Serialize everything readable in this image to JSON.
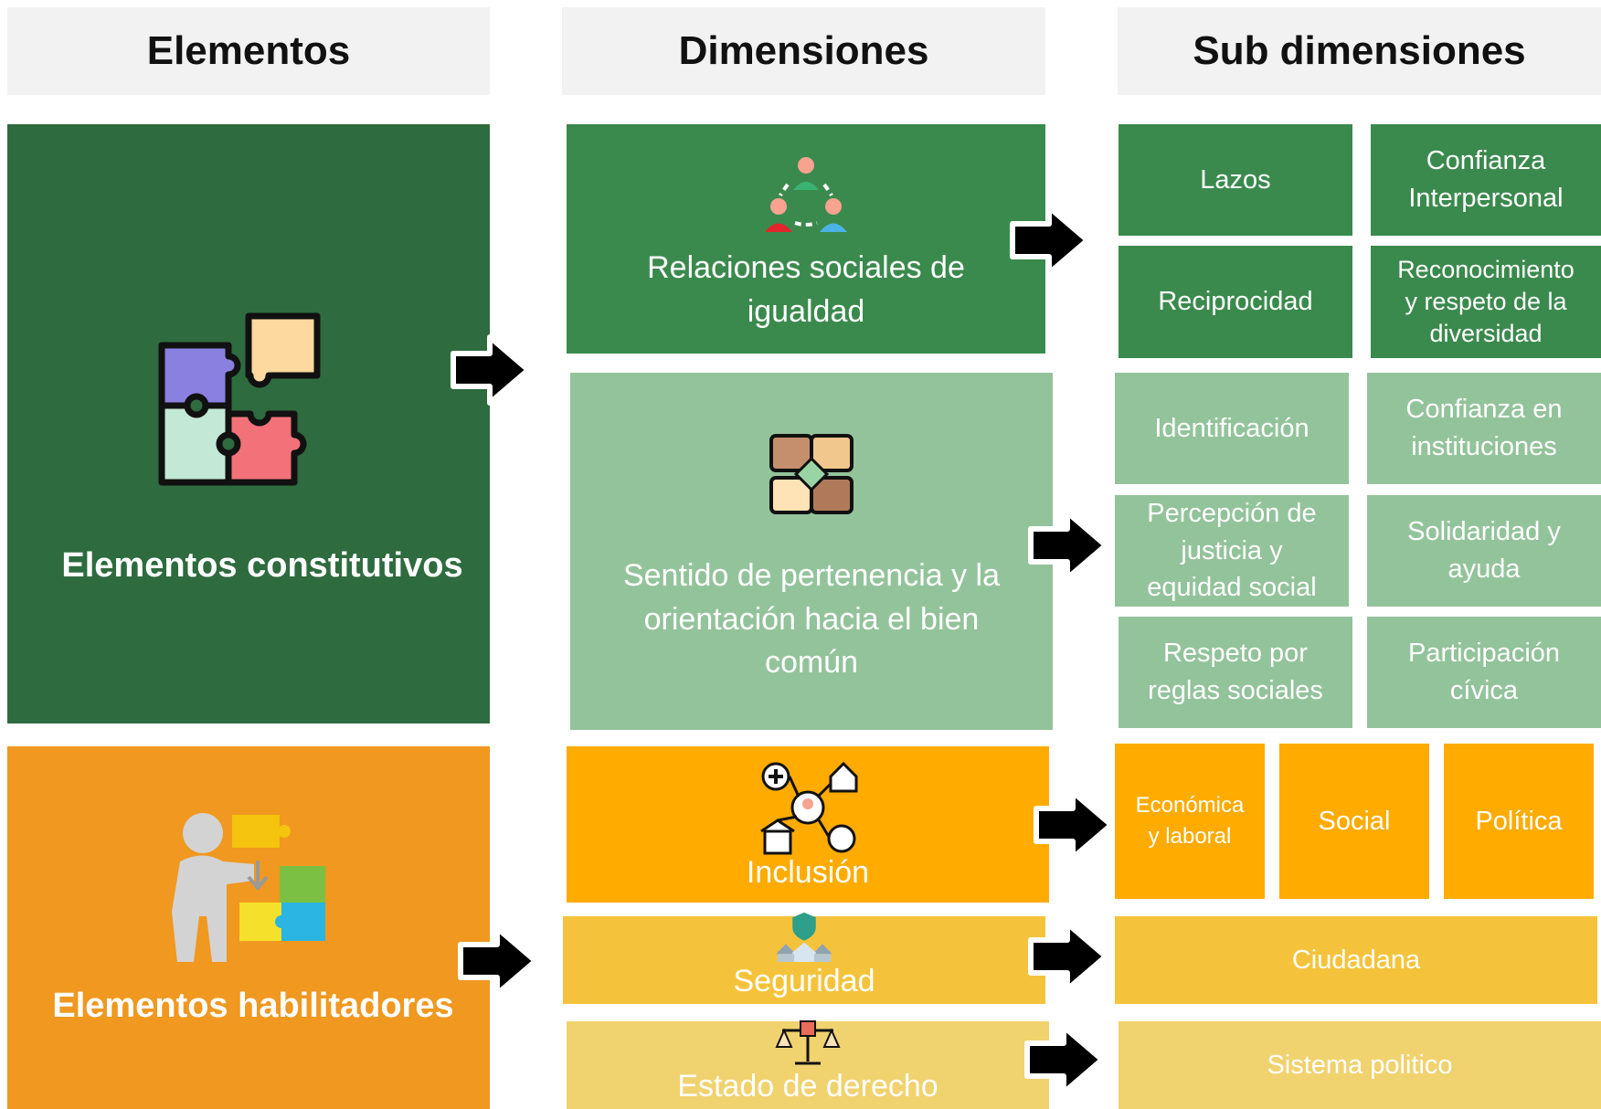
{
  "headers": {
    "elementos": "Elementos",
    "dimensiones": "Dimensiones",
    "sub_dimensiones": "Sub dimensiones"
  },
  "elements": {
    "constitutivos": "Elementos constitutivos",
    "habilitadores": "Elementos habilitadores"
  },
  "dimensions": {
    "relaciones": "Relaciones sociales de\nigualdad",
    "pertenencia": "Sentido de pertenencia y la\norientación hacia el bien\ncomún",
    "inclusion": "Inclusión",
    "seguridad": "Seguridad",
    "estado": "Estado de derecho"
  },
  "sub_dimensions": {
    "lazos": "Lazos",
    "confianza_interpersonal": "Confianza\nInterpersonal",
    "reciprocidad": "Reciprocidad",
    "reconocimiento": "Reconocimiento\ny respeto de la\ndiversidad",
    "identificacion": "Identificación",
    "confianza_instituciones": "Confianza en\ninstituciones",
    "percepcion": "Percepción de\njusticia y\nequidad social",
    "solidaridad": "Solidaridad y\nayuda",
    "respeto": "Respeto por\nreglas sociales",
    "participacion": "Participación\ncívica",
    "economica": "Económica\ny laboral",
    "social": "Social",
    "politica": "Política",
    "ciudadana": "Ciudadana",
    "sistema": "Sistema politico"
  },
  "colors": {
    "header_bg": "#f2f2f2",
    "dark_green": "#2e6b3f",
    "green": "#3b8a4d",
    "light_green": "#93c39b",
    "orange": "#f0981f",
    "amber": "#ffab00",
    "yellow": "#f5c33b",
    "pale_yellow": "#f0d26f"
  },
  "icons": [
    "puzzle-icon",
    "person-puzzle-icon",
    "people-network-icon",
    "hands-circle-icon",
    "inclusion-network-icon",
    "shield-houses-icon",
    "justice-scale-icon",
    "arrow-icon"
  ]
}
